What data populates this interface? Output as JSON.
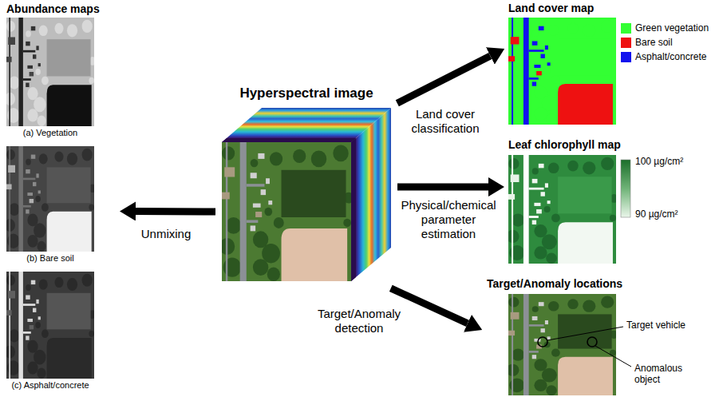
{
  "diagram": {
    "nodes": [
      {
        "text": [
          "Abundance maps"
        ]
      },
      {
        "text": [
          "(a) Vegetation"
        ],
        "in": 0
      },
      {
        "text": [
          "(b) Bare soil"
        ],
        "in": 0
      },
      {
        "text": [
          "(c) Asphalt/concrete"
        ],
        "in": 0
      },
      {
        "text": [
          "Hyperspectral image"
        ]
      },
      {
        "text": [
          "Land cover map"
        ]
      },
      {
        "text": [
          "Leaf chlorophyll map"
        ]
      },
      {
        "text": [
          "Target/Anomaly locations"
        ]
      }
    ],
    "edges": [
      {
        "from": 4,
        "to": 0,
        "arrow": "to",
        "label": "Unmixing"
      },
      {
        "from": 4,
        "to": 5,
        "arrow": "to",
        "label": "Land cover classification"
      },
      {
        "from": 4,
        "to": 6,
        "arrow": "to",
        "label": "Physical/chemical parameter estimation"
      },
      {
        "from": 4,
        "to": 7,
        "arrow": "to",
        "label": "Target/Anomaly detection"
      }
    ],
    "labels": [
      "100 µg/cm²",
      "90 µg/cm²",
      "Target vehicle",
      "Anomalous object"
    ],
    "legend": [
      {
        "text": "Green vegetation",
        "color": "#33ff33"
      },
      {
        "text": "Bare soil",
        "color": "#ee1111"
      },
      {
        "text": "Asphalt/concrete",
        "color": "#1111ee"
      }
    ]
  }
}
